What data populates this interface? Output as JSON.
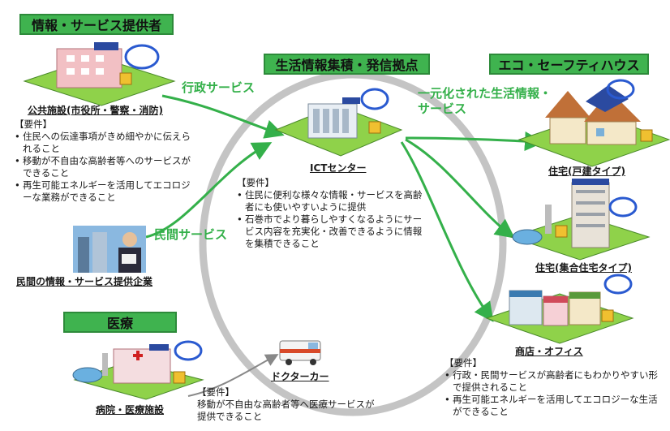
{
  "headers": {
    "provider": "情報・サービス提供者",
    "hub": "生活情報集積・発信拠点",
    "eco_house": "エコ・セーフティハウス",
    "medical": "医療"
  },
  "flows": {
    "government": "行政サービス",
    "private": "民間サービス",
    "unified": "一元化された生活情報・サービス"
  },
  "public_facility": {
    "caption": "公共施設(市役所・警察・消防)",
    "req_title": "【要件】",
    "requirements": [
      "住民への伝達事項がきめ細やかに伝えられること",
      "移動が不自由な高齢者等へのサービスができること",
      "再生可能エネルギーを活用してエコロジーな業務ができること"
    ]
  },
  "private_company": {
    "caption": "民間の情報・サービス提供企業"
  },
  "ict_center": {
    "caption": "ICTセンター",
    "req_title": "【要件】",
    "requirements": [
      "住民に便利な様々な情報・サービスを高齢者にも使いやすいように提供",
      "石巻市でより暮らしやすくなるようにサービス内容を充実化・改善できるように情報を集積できること"
    ]
  },
  "house_detached": {
    "caption": "住宅(戸建タイプ)"
  },
  "house_apartment": {
    "caption": "住宅(集合住宅タイプ)"
  },
  "shop_office": {
    "caption": "商店・オフィス",
    "req_title": "【要件】",
    "requirements": [
      "行政・民間サービスが高齢者にもわかりやすい形で提供されること",
      "再生可能エネルギーを活用してエコロジーな生活ができること"
    ]
  },
  "hospital": {
    "caption": "病院・医療施設"
  },
  "doctor_car": {
    "caption": "ドクターカー",
    "req_title": "【要件】",
    "requirement": "移動が不自由な高齢者等へ医療サービスが提供できること"
  },
  "colors": {
    "header_green": "#3fb34f",
    "flow_green": "#34b04a",
    "platform": "#8fd24a",
    "ring": "#c4c4c4"
  }
}
